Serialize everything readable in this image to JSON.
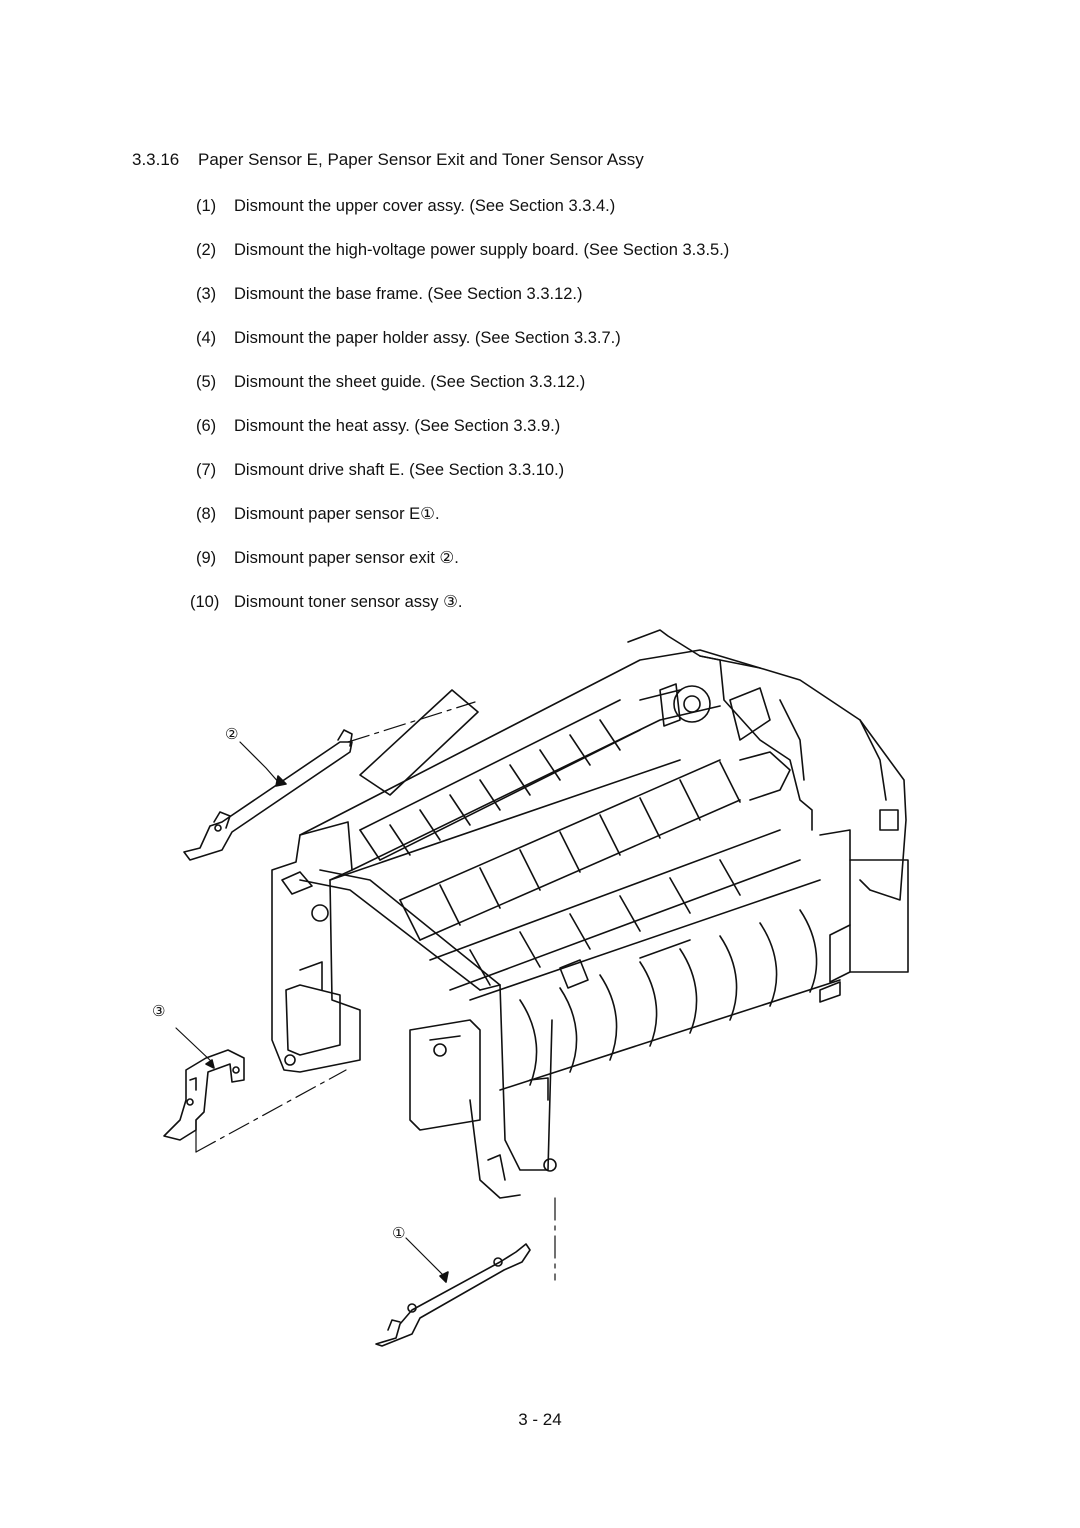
{
  "section": {
    "number": "3.3.16",
    "title": "Paper Sensor E, Paper Sensor Exit and Toner Sensor Assy"
  },
  "steps": [
    {
      "n": "(1)",
      "text": "Dismount the upper cover assy.  (See Section 3.3.4.)"
    },
    {
      "n": "(2)",
      "text": "Dismount the high-voltage power supply board.  (See Section 3.3.5.)"
    },
    {
      "n": "(3)",
      "text": "Dismount the base frame.  (See Section 3.3.12.)"
    },
    {
      "n": "(4)",
      "text": "Dismount the paper holder assy.  (See Section 3.3.7.)"
    },
    {
      "n": "(5)",
      "text": "Dismount the sheet guide.  (See Section 3.3.12.)"
    },
    {
      "n": "(6)",
      "text": "Dismount the heat assy.  (See Section 3.3.9.)"
    },
    {
      "n": "(7)",
      "text": "Dismount drive shaft E.  (See Section 3.3.10.)"
    },
    {
      "n": "(8)",
      "text": "Dismount paper sensor E①."
    },
    {
      "n": "(9)",
      "text": "Dismount paper sensor exit ②."
    },
    {
      "n": "(10)",
      "text": "Dismount toner sensor assy ③."
    }
  ],
  "figure": {
    "callouts": {
      "c1": "①",
      "c2": "②",
      "c3": "③"
    }
  },
  "page_number": "3 - 24"
}
